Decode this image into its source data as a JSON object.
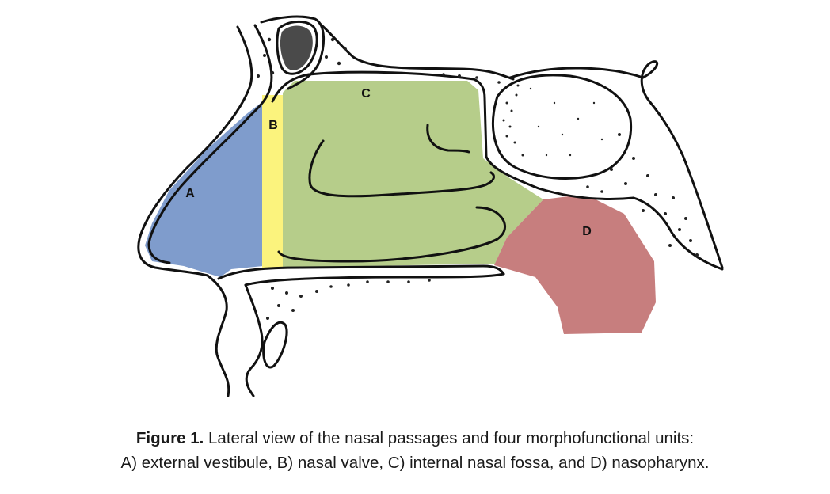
{
  "regions": [
    {
      "id": "A",
      "label": "A",
      "color": "#7f9ccc"
    },
    {
      "id": "B",
      "label": "B",
      "color": "#fbf37d"
    },
    {
      "id": "C",
      "label": "C",
      "color": "#b6cd8a"
    },
    {
      "id": "D",
      "label": "D",
      "color": "#c77e7e"
    }
  ],
  "caption": {
    "figure_label": "Figure 1.",
    "line1": "Lateral view of the nasal passages and four morphofunctional units:",
    "line2": "A) external vestibule, B) nasal valve, C) internal nasal fossa, and D) nasopharynx."
  },
  "colors": {
    "outline": "#111111",
    "bone_fill": "#ffffff",
    "stipple": "#222222"
  }
}
